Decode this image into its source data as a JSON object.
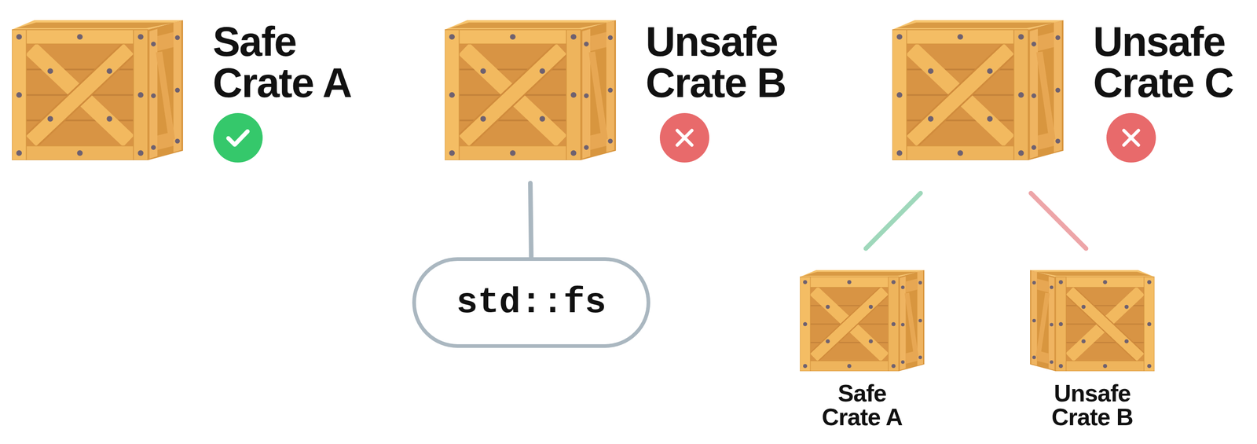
{
  "diagram": {
    "nodes": [
      {
        "text": [
          "Safe Crate A"
        ]
      },
      {
        "text": [
          "Unsafe Crate B"
        ]
      },
      {
        "text": [
          "std::fs"
        ]
      },
      {
        "text": [
          "Unsafe Crate C"
        ]
      },
      {
        "text": [
          "Safe Crate A"
        ]
      },
      {
        "text": [
          "Unsafe Crate B"
        ]
      }
    ],
    "edges": [
      {
        "from": 1,
        "to": 2,
        "arrow": "none"
      },
      {
        "from": 3,
        "to": 4,
        "arrow": "none"
      },
      {
        "from": 3,
        "to": 5,
        "arrow": "none"
      }
    ]
  }
}
